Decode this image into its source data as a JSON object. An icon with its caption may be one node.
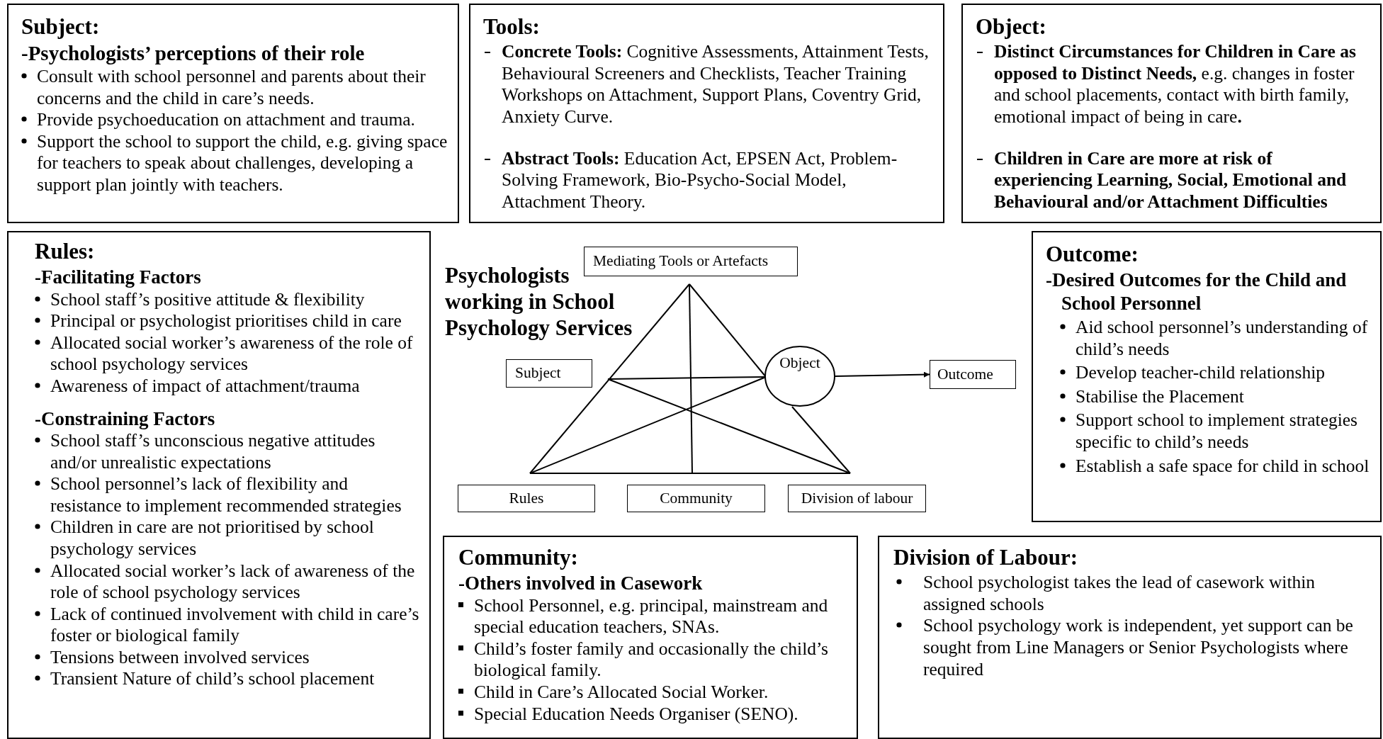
{
  "diagram": {
    "nodes": [
      {
        "text": [
          "Subject:",
          "-Psychologists’ perceptions of their role",
          "Consult with school personnel and parents about their concerns and the child in care’s needs.",
          "Provide psychoeducation on attachment and trauma.",
          "Support the school to support the child, e.g. giving space for teachers to speak about challenges, developing a support plan jointly with teachers."
        ]
      },
      {
        "text": [
          "Tools:",
          "**Concrete Tools:** Cognitive Assessments, Attainment Tests, Behavioural Screeners and Checklists, Teacher Training Workshops on Attachment, Support Plans, Coventry Grid, Anxiety Curve.",
          "**Abstract Tools:** Education Act, EPSEN Act, Problem-Solving Framework, Bio-Psycho-Social Model, Attachment Theory."
        ]
      },
      {
        "text": [
          "Object:",
          "**Distinct Circumstances for Children in Care as opposed to Distinct Needs,** e.g. changes in foster and school placements, contact with birth family, emotional impact of being in care**.**",
          "Children in Care are more at risk of experiencing Learning, Social, Emotional and Behavioural and/or Attachment Difficulties"
        ]
      },
      {
        "text": [
          "Rules:",
          "-Facilitating Factors",
          "School staff’s positive attitude & flexibility",
          "Principal or psychologist prioritises child in care",
          "Allocated social worker’s awareness of the role of school psychology services",
          "Awareness of impact of attachment/trauma",
          "-Constraining Factors",
          "School staff’s unconscious negative attitudes and/or unrealistic expectations",
          "School personnel’s lack of flexibility and resistance to implement recommended strategies",
          "Children in care are not prioritised by school psychology services",
          "Allocated social worker’s lack of awareness of the role of school psychology services",
          "Lack of continued involvement with child in care’s foster or biological family",
          "Tensions between involved services",
          "Transient Nature of child’s school placement"
        ]
      },
      {
        "text": [
          "Outcome:",
          "-Desired Outcomes for the Child and School Personnel",
          "Aid school personnel’s understanding of child’s needs",
          "Develop teacher-child relationship",
          "Stabilise the Placement",
          "Support school to implement strategies specific to child’s needs",
          "Establish a safe space for child in school"
        ]
      },
      {
        "text": [
          "Community:",
          "-Others involved in Casework",
          "School Personnel, e.g. principal, mainstream and special education teachers, SNAs.",
          "Child’s foster family and occasionally the child’s biological family.",
          "Child in Care’s Allocated Social Worker.",
          "Special Education Needs Organiser (SENO)."
        ]
      },
      {
        "text": [
          "Division of Labour:",
          "School psychologist takes the lead of casework within assigned schools",
          "School psychology work is independent, yet support can be sought from Line Managers or Senior Psychologists where required"
        ]
      },
      {
        "text": [
          "Mediating Tools or Artefacts"
        ]
      },
      {
        "text": [
          "Subject"
        ]
      },
      {
        "text": [
          "Object"
        ]
      },
      {
        "text": [
          "Outcome"
        ]
      },
      {
        "text": [
          "Rules"
        ]
      },
      {
        "text": [
          "Community"
        ]
      },
      {
        "text": [
          "Division of labour"
        ]
      }
    ],
    "edges": [
      {
        "from": 9,
        "to": 10,
        "arrow": "to"
      }
    ],
    "title": "Psychologists working in School Psychology Services"
  }
}
